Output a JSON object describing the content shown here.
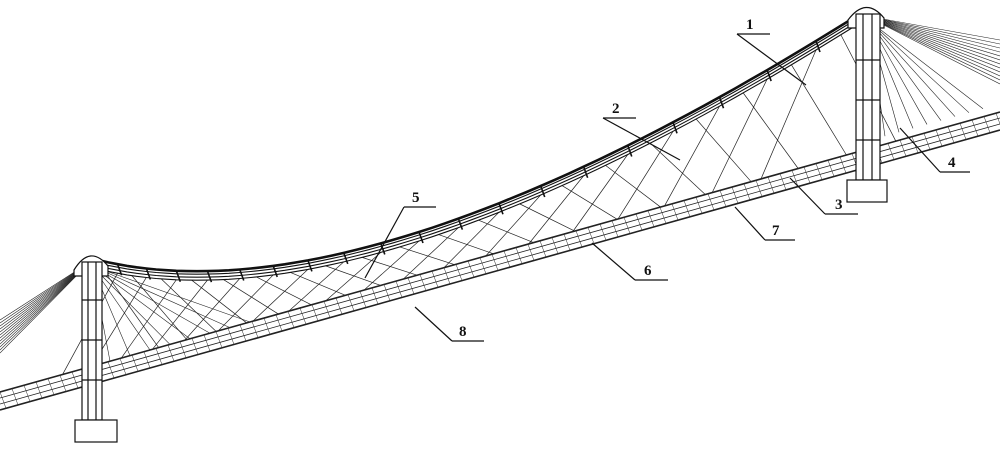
{
  "callouts": [
    {
      "id": "c1",
      "text": "1"
    },
    {
      "id": "c2",
      "text": "2"
    },
    {
      "id": "c3",
      "text": "3"
    },
    {
      "id": "c4",
      "text": "4"
    },
    {
      "id": "c5",
      "text": "5"
    },
    {
      "id": "c6",
      "text": "6"
    },
    {
      "id": "c7",
      "text": "7"
    },
    {
      "id": "c8",
      "text": "8"
    }
  ]
}
